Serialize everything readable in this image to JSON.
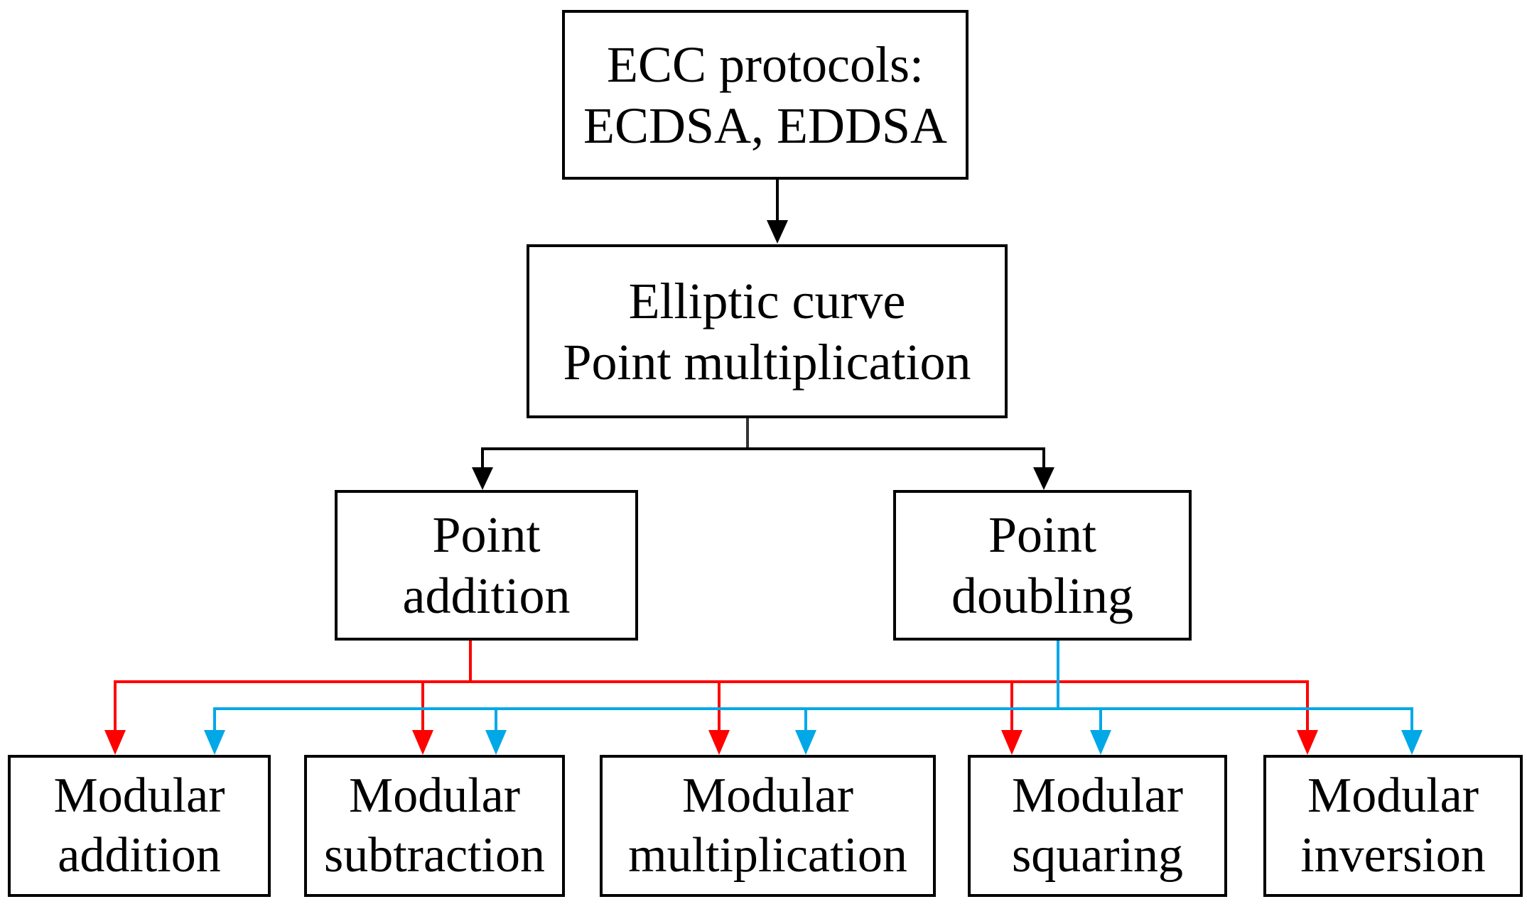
{
  "colors": {
    "box_border": "#000000",
    "tree_arrow": "#000000",
    "trunk_line": "#333333",
    "point_addition_arrows": "#ff0000",
    "point_doubling_arrows": "#00a8e8"
  },
  "nodes": {
    "ecc_protocols": {
      "line1": "ECC protocols:",
      "line2": "ECDSA, EDDSA"
    },
    "point_multiplication": {
      "line1": "Elliptic curve",
      "line2": "Point multiplication"
    },
    "point_addition": {
      "line1": "Point",
      "line2": "addition"
    },
    "point_doubling": {
      "line1": "Point",
      "line2": "doubling"
    },
    "modular_addition": {
      "line1": "Modular",
      "line2": "addition"
    },
    "modular_subtraction": {
      "line1": "Modular",
      "line2": "subtraction"
    },
    "modular_multiplication": {
      "line1": "Modular",
      "line2": "multiplication"
    },
    "modular_squaring": {
      "line1": "Modular",
      "line2": "squaring"
    },
    "modular_inversion": {
      "line1": "Modular",
      "line2": "inversion"
    }
  },
  "edges": [
    {
      "from": "ecc_protocols",
      "to": "point_multiplication",
      "color": "black"
    },
    {
      "from": "point_multiplication",
      "to": "point_addition",
      "color": "black"
    },
    {
      "from": "point_multiplication",
      "to": "point_doubling",
      "color": "black"
    },
    {
      "from": "point_addition",
      "to": "modular_addition",
      "color": "red"
    },
    {
      "from": "point_addition",
      "to": "modular_subtraction",
      "color": "red"
    },
    {
      "from": "point_addition",
      "to": "modular_multiplication",
      "color": "red"
    },
    {
      "from": "point_addition",
      "to": "modular_squaring",
      "color": "red"
    },
    {
      "from": "point_addition",
      "to": "modular_inversion",
      "color": "red"
    },
    {
      "from": "point_doubling",
      "to": "modular_addition",
      "color": "blue"
    },
    {
      "from": "point_doubling",
      "to": "modular_subtraction",
      "color": "blue"
    },
    {
      "from": "point_doubling",
      "to": "modular_multiplication",
      "color": "blue"
    },
    {
      "from": "point_doubling",
      "to": "modular_squaring",
      "color": "blue"
    },
    {
      "from": "point_doubling",
      "to": "modular_inversion",
      "color": "blue"
    }
  ]
}
